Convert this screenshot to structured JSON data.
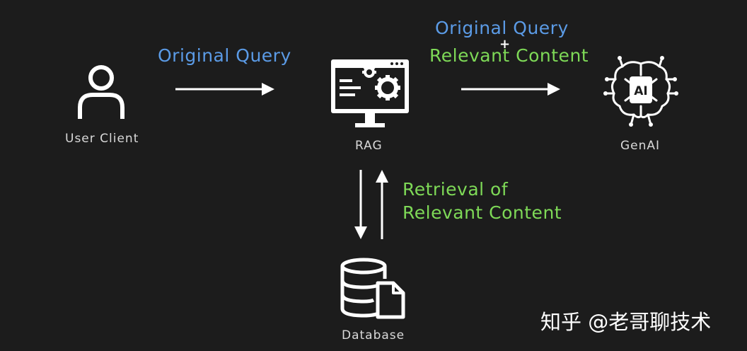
{
  "nodes": {
    "user_client": "User Client",
    "rag": "RAG",
    "genai": "GenAI",
    "database": "Database"
  },
  "edges": {
    "user_to_rag": "Original Query",
    "rag_to_genai_line1": "Original Query",
    "rag_to_genai_plus": "+",
    "rag_to_genai_line2": "Relevant Content",
    "db_to_rag_line1": "Retrieval of",
    "db_to_rag_line2": "Relevant Content"
  },
  "icons": {
    "ai_chip_text": "AI"
  },
  "watermark": "知乎 @老哥聊技术",
  "colors": {
    "background": "#1c1c1c",
    "blue_label": "#5b9be6",
    "green_label": "#7ed957",
    "white": "#ffffff"
  }
}
